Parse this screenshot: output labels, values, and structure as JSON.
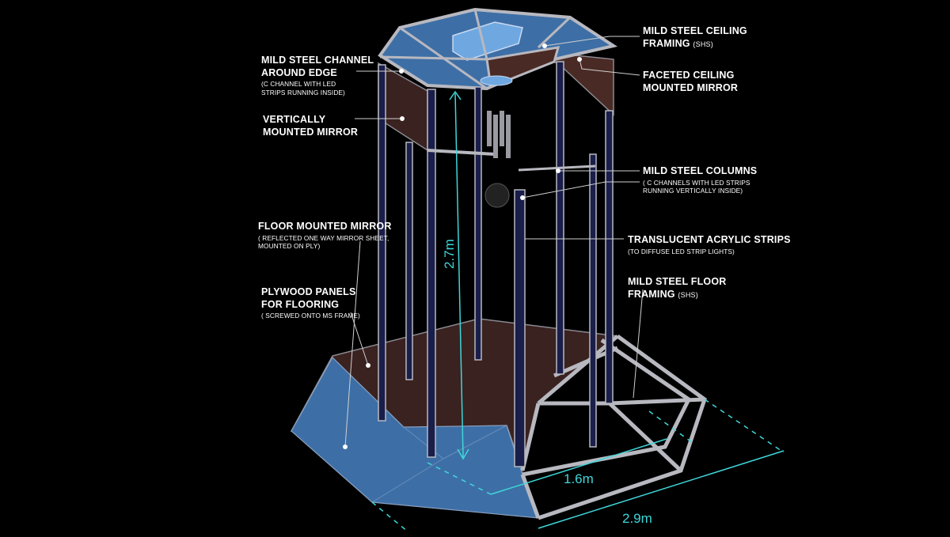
{
  "labels": {
    "ceiling_framing": {
      "title": "MILD STEEL CEILING\nFRAMING",
      "unit": "(SHS)"
    },
    "faceted_mirror": {
      "title": "FACETED CEILING\nMOUNTED MIRROR"
    },
    "channel_edge": {
      "title": "MILD STEEL CHANNEL\nAROUND EDGE",
      "note": "(C CHANNEL WITH LED\nSTRIPS RUNNING INSIDE)"
    },
    "vertical_mirror": {
      "title": "VERTICALLY\nMOUNTED MIRROR"
    },
    "columns": {
      "title": "MILD STEEL COLUMNS",
      "note": "( C CHANNELS WITH LED STRIPS\nRUNNING VERTICALLY INSIDE)"
    },
    "floor_mirror": {
      "title": "FLOOR MOUNTED MIRROR",
      "note": "( REFLECTED ONE WAY MIRROR SHEET,\nMOUNTED ON PLY)"
    },
    "acrylic": {
      "title": "TRANSLUCENT ACRYLIC STRIPS",
      "note": "(TO DIFFUSE LED STRIP LIGHTS)"
    },
    "floor_framing": {
      "title": "MILD STEEL FLOOR\nFRAMING",
      "unit": "(SHS)"
    },
    "plywood": {
      "title": "PLYWOOD PANELS\nFOR FLOORING",
      "note": "( SCREWED ONTO MS FRAME)"
    }
  },
  "dimensions": {
    "height": "2.7m",
    "width": "1.6m",
    "length": "2.9m"
  },
  "colors": {
    "background": "#000000",
    "text": "#ffffff",
    "dimension": "#3fd6d8",
    "floor_mirror": "#3d6fa6",
    "plywood": "#3a2220",
    "ceiling_mirror": "#4a2a24",
    "steel": "#b8b8c0",
    "column": "#1a1e4a"
  }
}
